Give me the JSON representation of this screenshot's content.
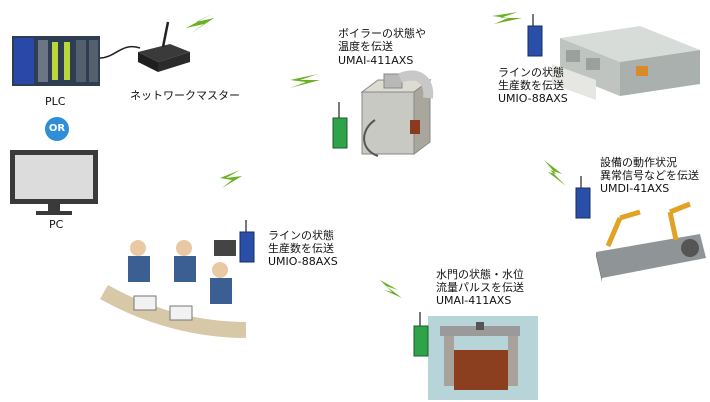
{
  "devices": {
    "plc_label": "PLC",
    "or_label": "OR",
    "pc_label": "PC",
    "master_label": "ネットワークマスター"
  },
  "nodes": {
    "boiler": {
      "line1": "ボイラーの状態や",
      "line2": "温度を伝送",
      "model": "UMAI-411AXS"
    },
    "line_top": {
      "line1": "ラインの状態",
      "line2": "生産数を伝送",
      "model": "UMIO-88AXS"
    },
    "equipment": {
      "line1": "設備の動作状況",
      "line2": "異常信号などを伝送",
      "model": "UMDI-41AXS"
    },
    "line_bottom": {
      "line1": "ラインの状態",
      "line2": "生産数を伝送",
      "model": "UMIO-88AXS"
    },
    "gate": {
      "line1": "水門の状態・水位",
      "line2": "流量パルスを伝送",
      "model": "UMAI-411AXS"
    }
  },
  "colors": {
    "accent": "#2e8fd6",
    "signal": "#6ab023",
    "transmitter": "#2a4fa8"
  }
}
